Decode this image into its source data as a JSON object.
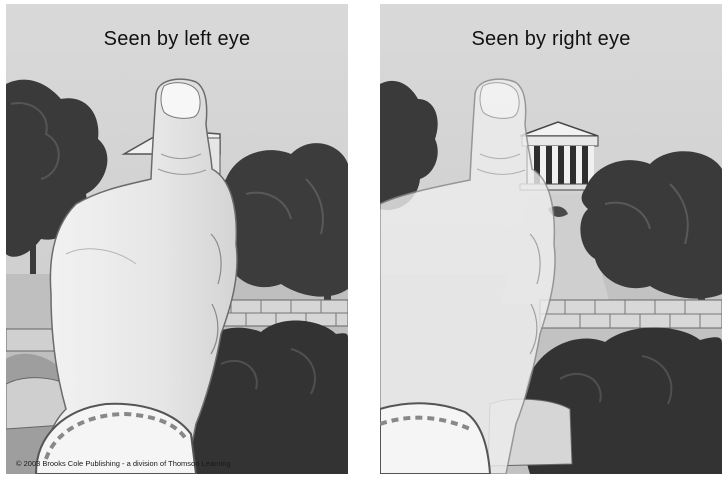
{
  "panels": {
    "left": {
      "caption": "Seen by left eye"
    },
    "right": {
      "caption": "Seen by right eye"
    }
  },
  "credit": "© 2003 Brooks Cole Publishing - a division of Thomson Learning",
  "colors": {
    "sky": "#d4d4d4",
    "foliage_dark": "#3d3d3d",
    "foliage_mid": "#5a5a5a",
    "ground": "#bdbdbd",
    "hand": "#e9e9e9",
    "hand_outline": "#6b6b6b"
  },
  "icons": [
    "thumb-hand-illustration",
    "temple-illustration",
    "tree-illustration",
    "bush-illustration",
    "stone-wall-illustration"
  ]
}
